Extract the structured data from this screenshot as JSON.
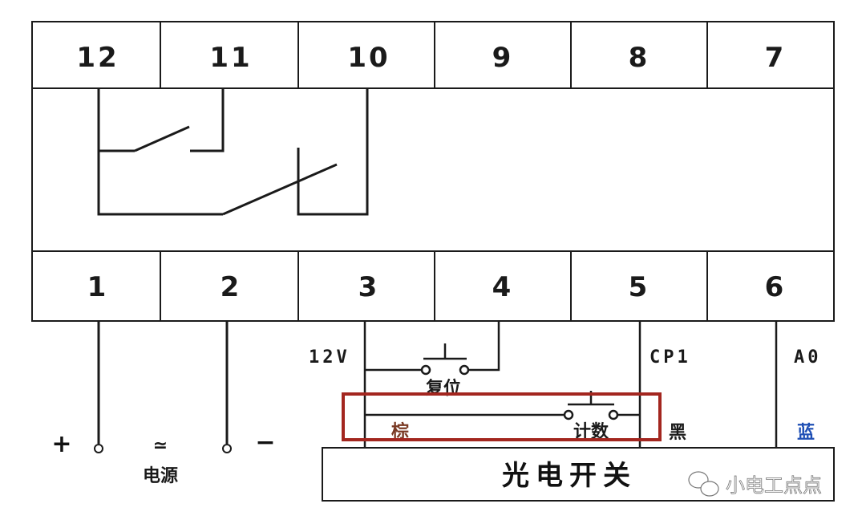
{
  "terminals_top": [
    "12",
    "11",
    "10",
    "9",
    "8",
    "7"
  ],
  "terminals_bottom": [
    "1",
    "2",
    "3",
    "4",
    "5",
    "6"
  ],
  "power": {
    "plus": "+",
    "minus": "−",
    "ac_dc_symbol": "≃",
    "label": "电源"
  },
  "labels": {
    "v12": "12V",
    "cp1": "CP1",
    "a0": "A0",
    "reset": "复位",
    "count": "计数",
    "brown": "棕",
    "black": "黑",
    "blue": "蓝"
  },
  "sensor_label": "光电开关",
  "watermark": "小电工点点",
  "colors": {
    "line": "#1a1a1a",
    "highlight_box": "#a3261f",
    "brown_wire_label": "#7a3a24",
    "blue_wire_label": "#1f4fb5"
  }
}
